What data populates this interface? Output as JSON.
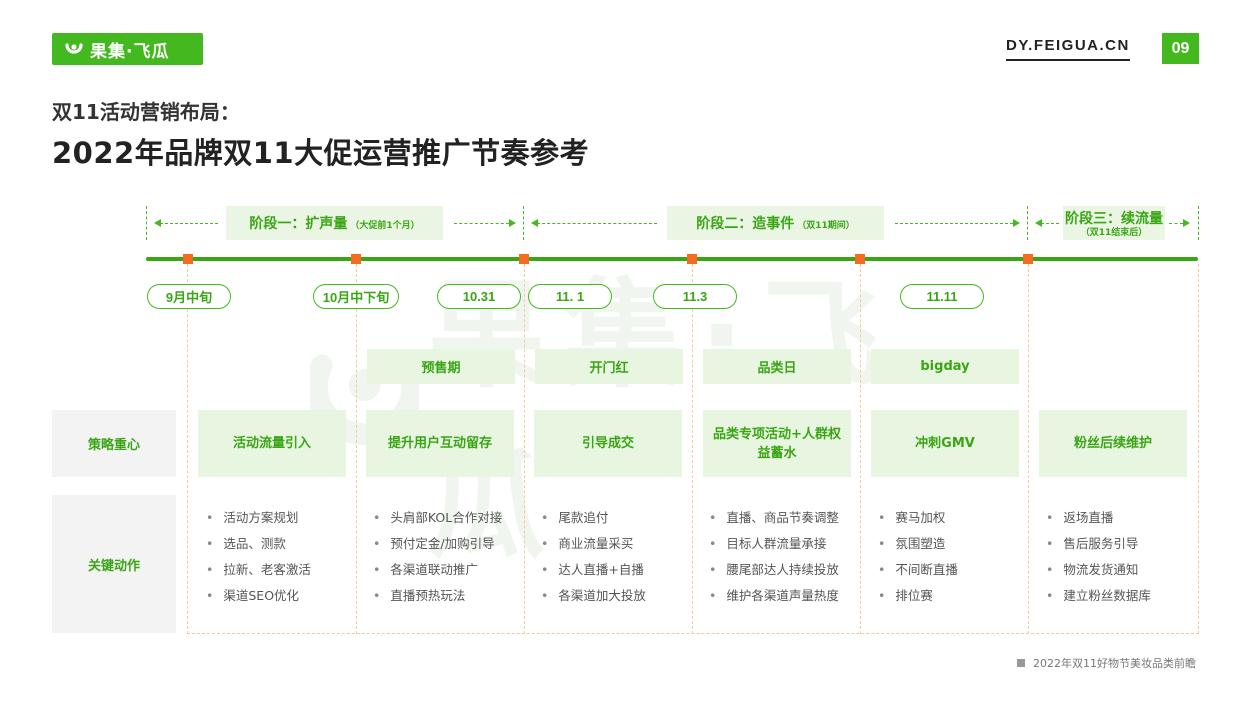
{
  "header": {
    "logo_text": "果集·飞瓜",
    "site_url": "DY.FEIGUA.CN",
    "page_number": "09"
  },
  "subtitle": "双11活动营销布局：",
  "title": "2022年品牌双11大促运营推广节奏参考",
  "watermark_text": "果集·飞瓜",
  "phases": [
    {
      "label": "阶段一：扩声量",
      "note": "（大促前1个月）"
    },
    {
      "label": "阶段二：造事件",
      "note": "（双11期间）"
    },
    {
      "label": "阶段三：续流量",
      "note": "（双11结束后）"
    }
  ],
  "dates": [
    "9月中旬",
    "10月中下旬",
    "10.31",
    "11. 1",
    "11.3",
    "11.11"
  ],
  "periods": [
    "预售期",
    "开门红",
    "品类日",
    "bigday"
  ],
  "row_labels": {
    "strategy": "策略重心",
    "actions": "关键动作"
  },
  "strategies": [
    "活动流量引入",
    "提升用户互动留存",
    "引导成交",
    "品类专项活动+人群权益蓄水",
    "冲刺GMV",
    "粉丝后续维护"
  ],
  "actions": [
    [
      "活动方案规划",
      "选品、测款",
      "拉新、老客激活",
      "渠道SEO优化"
    ],
    [
      "头肩部KOL合作对接",
      "预付定金/加购引导",
      "各渠道联动推广",
      "直播预热玩法"
    ],
    [
      "尾款追付",
      "商业流量采买",
      "达人直播+自播",
      "各渠道加大投放"
    ],
    [
      "直播、商品节奏调整",
      "目标人群流量承接",
      "腰尾部达人持续投放",
      "维护各渠道声量热度"
    ],
    [
      "赛马加权",
      "氛围塑造",
      "不间断直播",
      "排位赛"
    ],
    [
      "返场直播",
      "售后服务引导",
      "物流发货通知",
      "建立粉丝数据库"
    ]
  ],
  "footer": "2022年双11好物节美妆品类前瞻",
  "colors": {
    "brand_green": "#44b91f",
    "node_orange": "#f36c21",
    "light_green": "#e8f5e0"
  }
}
